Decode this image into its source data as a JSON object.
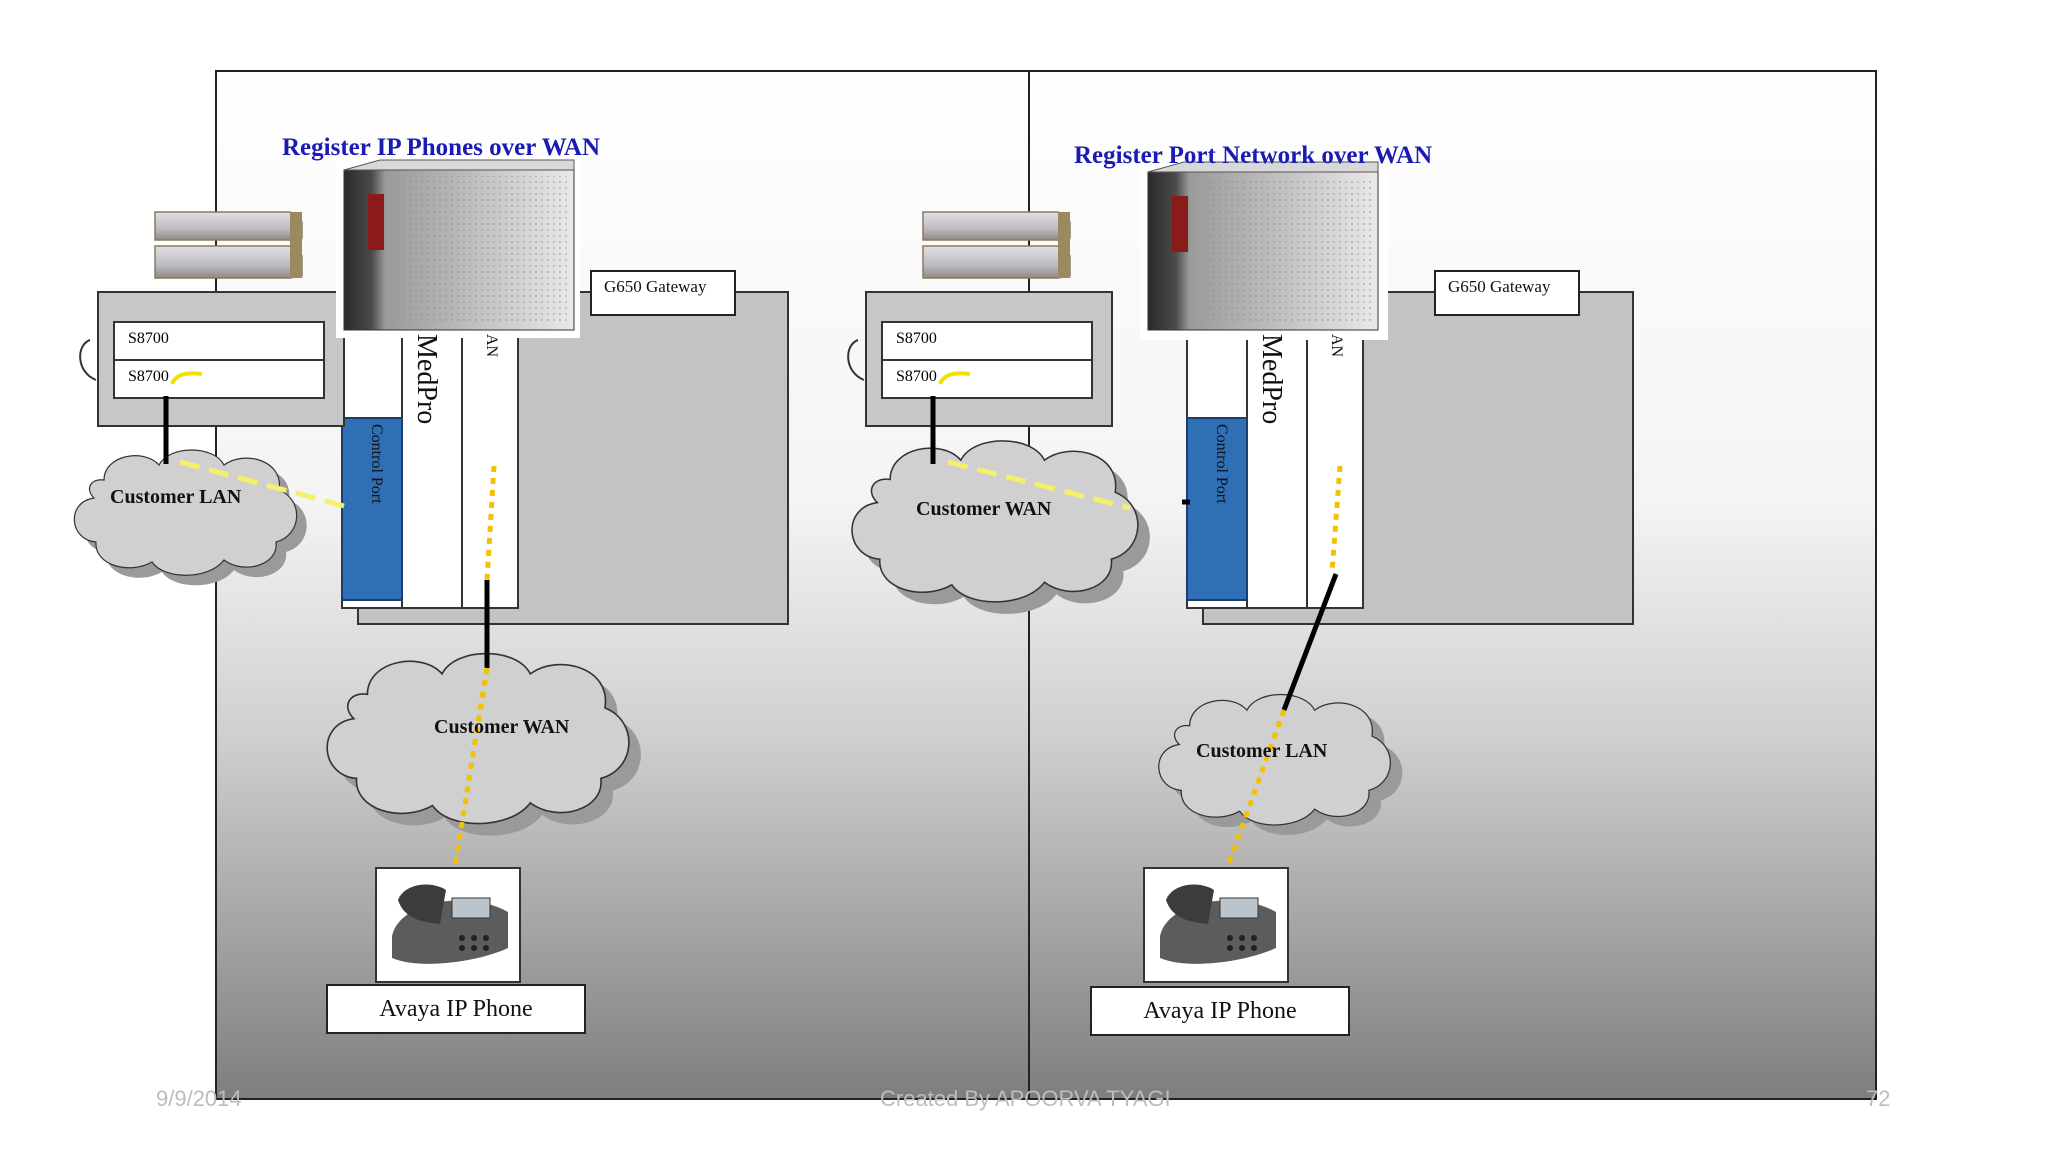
{
  "left_panel": {
    "title": "Register IP Phones over WAN",
    "gateway_label": "G650 Gateway",
    "server_1": "S8700",
    "server_2": "S8700",
    "cloud_top": "Customer  LAN",
    "cloud_bottom": "Customer WAN",
    "control_port": "Control  Port",
    "medpro_fragment": "MedPro",
    "lan_fragment": "AN",
    "phone_label": "Avaya IP Phone"
  },
  "right_panel": {
    "title": "Register Port Network over WAN",
    "gateway_label": "G650 Gateway",
    "server_1": "S8700",
    "server_2": "S8700",
    "cloud_top": "Customer  WAN",
    "cloud_bottom": "Customer LAN",
    "control_port": "Control  Port",
    "medpro_fragment": "MedPro",
    "lan_fragment": "AN",
    "phone_label": "Avaya IP Phone"
  },
  "footer": {
    "date": "9/9/2014",
    "credit": "Created By APOORVA TYAGI",
    "page": "72"
  },
  "colors": {
    "title_blue": "#1a1ab4",
    "control_port_blue": "#2f6fb5",
    "link_yellow": "#f2c200",
    "wan_yellow_dashed": "#f4f06a",
    "cloud_gray": "#cfcfcf",
    "gateway_gray": "#c4c2c4"
  }
}
